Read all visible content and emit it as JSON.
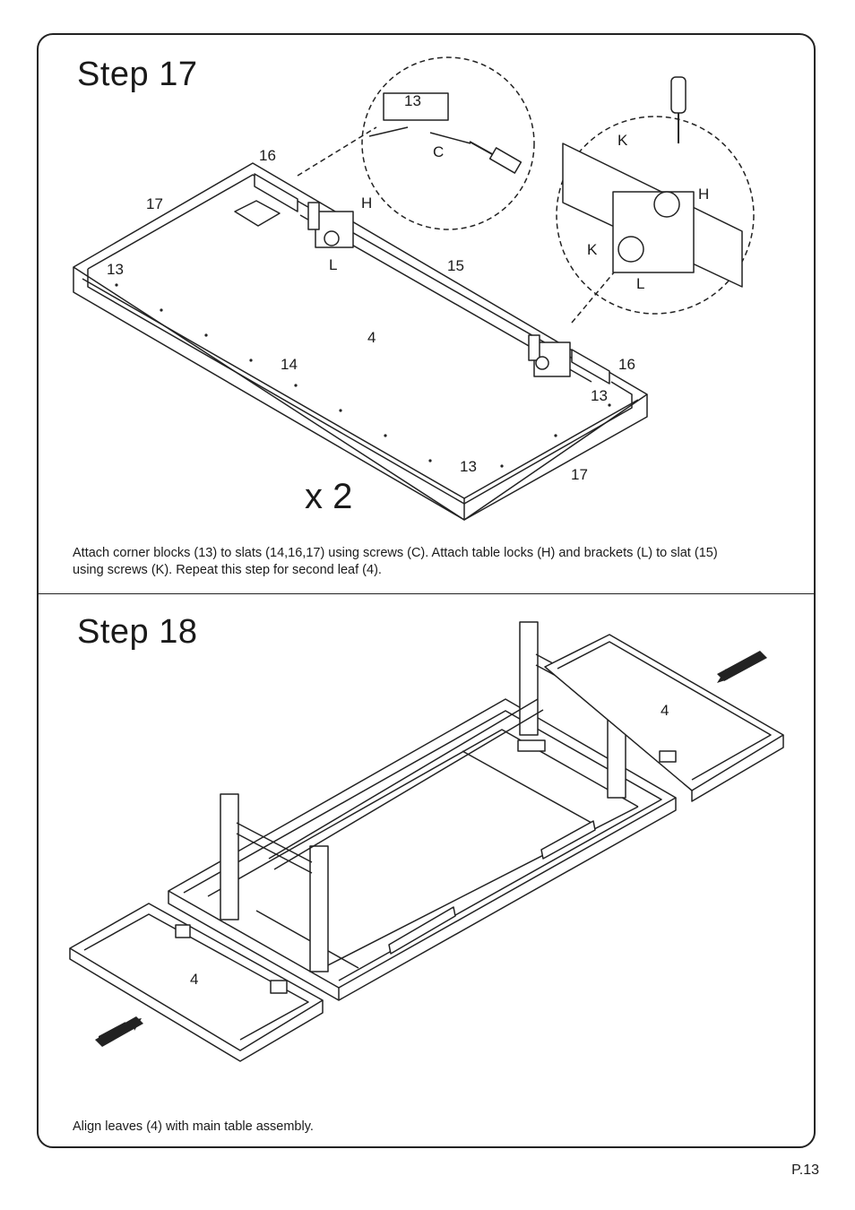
{
  "step17": {
    "title": "Step  17",
    "multiplier": "x 2",
    "caption_line1": "Attach corner blocks (13) to slats (14,16,17) using screws (C). Attach table locks (H) and brackets (L) to slat (15)",
    "caption_line2": "using screws (K). Repeat this step for second leaf (4).",
    "labels": {
      "slat17_top": "17",
      "slat16_top": "16",
      "block13_left": "13",
      "block13_zoom": "13",
      "screw_c": "C",
      "lock_h": "H",
      "bracket_l": "L",
      "slat15": "15",
      "leaf4": "4",
      "slat14": "14",
      "slat16_right": "16",
      "block13_right": "13",
      "block13_bottom": "13",
      "slat17_bottom": "17",
      "zoom_k_top": "K",
      "zoom_h": "H",
      "zoom_k_bottom": "K",
      "zoom_l": "L"
    }
  },
  "step18": {
    "title": "Step  18",
    "caption": "Align leaves (4) with main table assembly.",
    "labels": {
      "leaf_right": "4",
      "leaf_left": "4"
    }
  },
  "page": {
    "number": "P.13"
  }
}
